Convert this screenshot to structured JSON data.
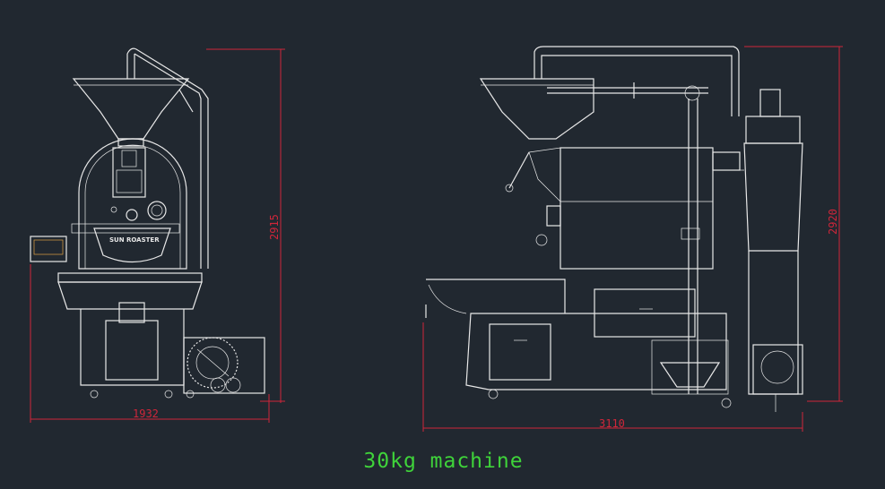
{
  "caption": "30kg machine",
  "front_view": {
    "logo_text": "SUN ROASTER",
    "dimensions": {
      "width": "1932",
      "height": "2915"
    }
  },
  "side_view": {
    "dimensions": {
      "width": "3110",
      "height": "2920"
    }
  },
  "colors": {
    "background": "#212830",
    "linework": "#e8e8e8",
    "dimension": "#d0263a",
    "caption": "#3fd33a"
  }
}
